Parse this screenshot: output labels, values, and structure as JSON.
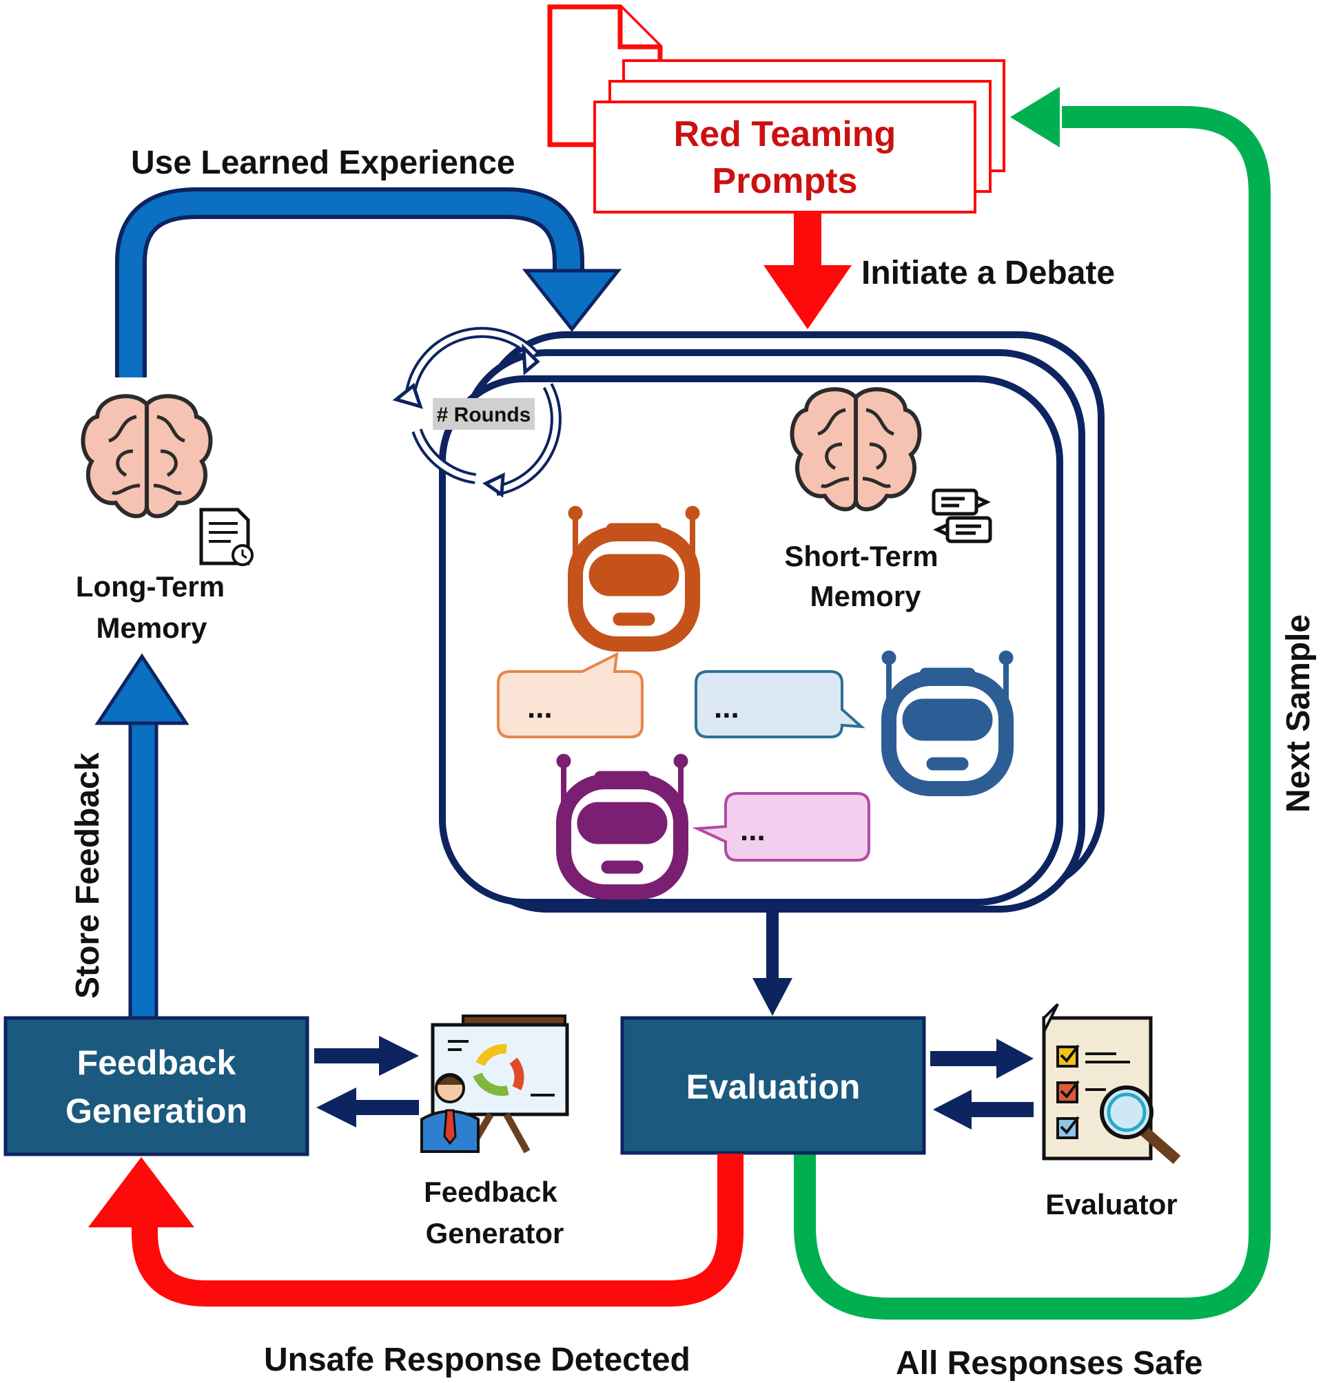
{
  "red_teaming": {
    "line1": "Red Teaming",
    "line2": "Prompts"
  },
  "labels": {
    "use_learned_experience": "Use Learned Experience",
    "initiate_debate": "Initiate a Debate",
    "store_feedback": "Store Feedback",
    "next_sample": "Next Sample",
    "unsafe_response": "Unsafe Response Detected",
    "all_safe": "All Responses Safe",
    "rounds": "# Rounds"
  },
  "long_term_memory": {
    "line1": "Long-Term",
    "line2": "Memory"
  },
  "short_term_memory": {
    "line1": "Short-Term",
    "line2": "Memory"
  },
  "feedback_generation": {
    "line1": "Feedback",
    "line2": "Generation"
  },
  "evaluation": {
    "label": "Evaluation"
  },
  "feedback_generator": {
    "line1": "Feedback",
    "line2": "Generator"
  },
  "evaluator": {
    "label": "Evaluator"
  },
  "bubbles": {
    "orange": "...",
    "blue": "...",
    "purple": "..."
  },
  "colors": {
    "navy": "#0d2461",
    "box_fill": "#1b5a7e",
    "blue_arrow": "#0b6fc2",
    "red": "#ff0a0a",
    "green": "#00b050",
    "robot_orange": "#c5521b",
    "robot_blue": "#2d5d95",
    "robot_purple": "#7a1f72"
  },
  "icons": [
    "brain-icon",
    "document-clock-icon",
    "chat-icon",
    "robot-icon",
    "presentation-icon",
    "checklist-magnifier-icon",
    "cycle-arrows-icon"
  ]
}
